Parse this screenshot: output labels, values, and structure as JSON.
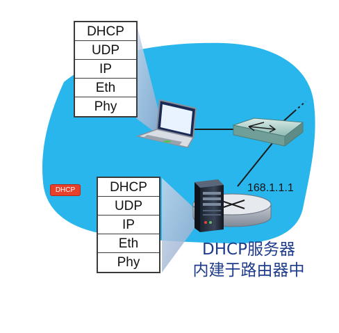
{
  "client_stack": {
    "layers": [
      "DHCP",
      "UDP",
      "IP",
      "Eth",
      "Phy"
    ]
  },
  "server_stack": {
    "layers": [
      "DHCP",
      "UDP",
      "IP",
      "Eth",
      "Phy"
    ]
  },
  "message_tag": "DHCP",
  "router_ip": "168.1.1.1",
  "server_caption": {
    "line1": "DHCP服务器",
    "line2": "内建于路由器中"
  },
  "colors": {
    "network_cloud": "#29b6ec",
    "caption_text": "#1f3c8c",
    "message_tag": "#e8402a",
    "stack_projection": "#aec3dc"
  },
  "icons": [
    "laptop-icon",
    "switch-icon",
    "router-icon",
    "server-icon"
  ]
}
